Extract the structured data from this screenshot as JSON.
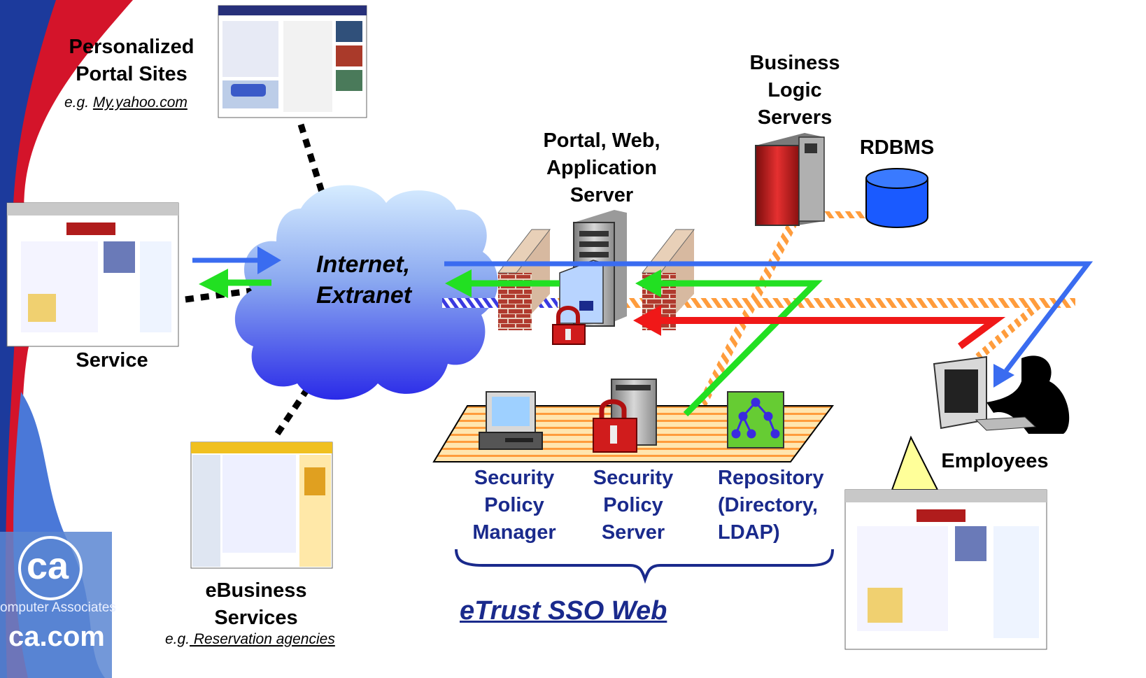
{
  "portal_sites": {
    "line1": "Personalized",
    "line2": "Portal Sites",
    "eg_prefix": "e.g.",
    "eg_link": "My.yahoo.com"
  },
  "service": {
    "label": "Service"
  },
  "cloud": {
    "line1": "Internet,",
    "line2": "Extranet"
  },
  "ebusiness": {
    "line1": "eBusiness",
    "line2": "Services",
    "eg_prefix": "e.g.",
    "eg_link": " Reservation agencies"
  },
  "app_server": {
    "line1": "Portal, Web,",
    "line2": "Application",
    "line3": "Server"
  },
  "business_logic": {
    "line1": "Business",
    "line2": "Logic",
    "line3": "Servers"
  },
  "rdbms": {
    "label": "RDBMS"
  },
  "security_manager": {
    "line1": "Security",
    "line2": "Policy",
    "line3": "Manager"
  },
  "security_server": {
    "line1": "Security",
    "line2": "Policy",
    "line3": "Server"
  },
  "repository": {
    "line1": "Repository",
    "line2": "(Directory,",
    "line3": "LDAP)"
  },
  "employees": {
    "label": "Employees"
  },
  "product": {
    "label": "eTrust SSO Web"
  },
  "company": {
    "logo_text": "ca",
    "name": "omputer Associates",
    "domain": "ca.com"
  },
  "colors": {
    "blue_arrow": "#3a6cf0",
    "green_arrow": "#22e022",
    "red_arrow": "#f01818",
    "orange_hatch": "#ff9c3c",
    "cloud_top": "#d6ecff",
    "cloud_bottom": "#2a2ae8",
    "label_blue": "#1a2a8c"
  }
}
